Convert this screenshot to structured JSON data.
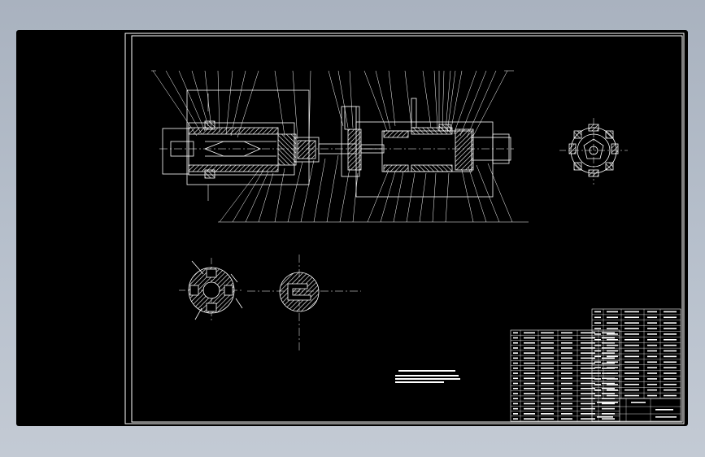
{
  "viewer": {
    "background_top": "#a9b2bf",
    "canvas_color": "#000000",
    "line_color": "#ffffff"
  },
  "drawing": {
    "views": [
      "main-section-view",
      "end-view-right",
      "cross-section-left",
      "cross-section-middle"
    ],
    "title_block": {
      "present": true,
      "parts_list_rows": 18
    }
  }
}
